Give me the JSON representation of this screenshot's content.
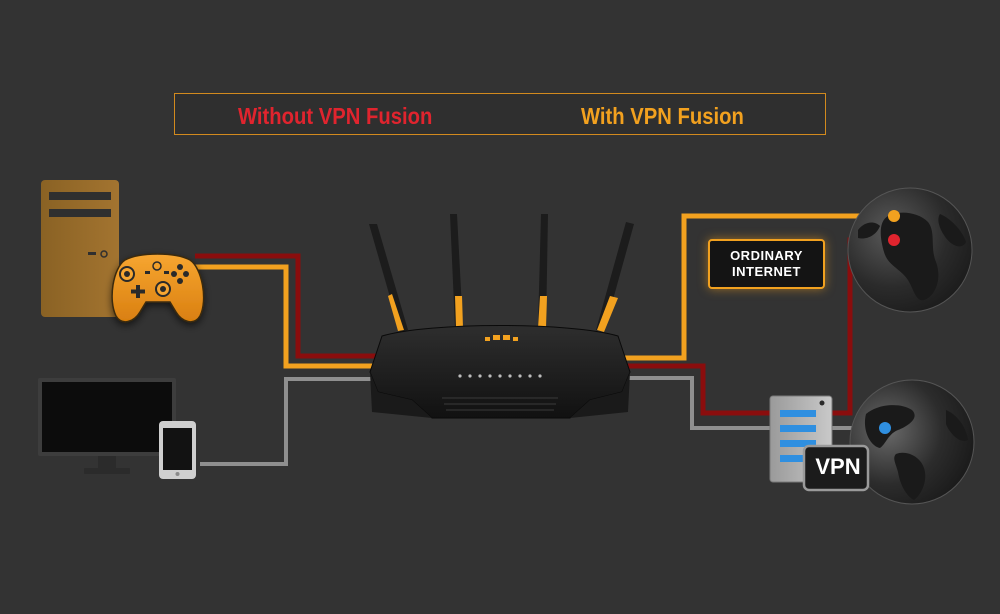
{
  "legend": {
    "without_label": "Without VPN Fusion",
    "with_label": "With VPN Fusion"
  },
  "ordinary_internet_tag": {
    "line1": "ORDINARY",
    "line2": "INTERNET"
  },
  "vpn_server": {
    "badge_label": "VPN"
  },
  "colors": {
    "background": "#333333",
    "without_vpn": "#e0242e",
    "with_vpn": "#f2a11f",
    "vpn_path": "#8a0d0d",
    "direct_path": "#8f8f8f",
    "legend_border": "#d28a1e",
    "vpn_blue": "#2f8fe0"
  },
  "icons": {
    "desktop_tower": "pc-tower-icon",
    "gamepad": "gamepad-icon",
    "monitor": "monitor-icon",
    "tablet": "tablet-icon",
    "router": "router-icon",
    "server": "server-icon",
    "globe": "globe-icon"
  }
}
